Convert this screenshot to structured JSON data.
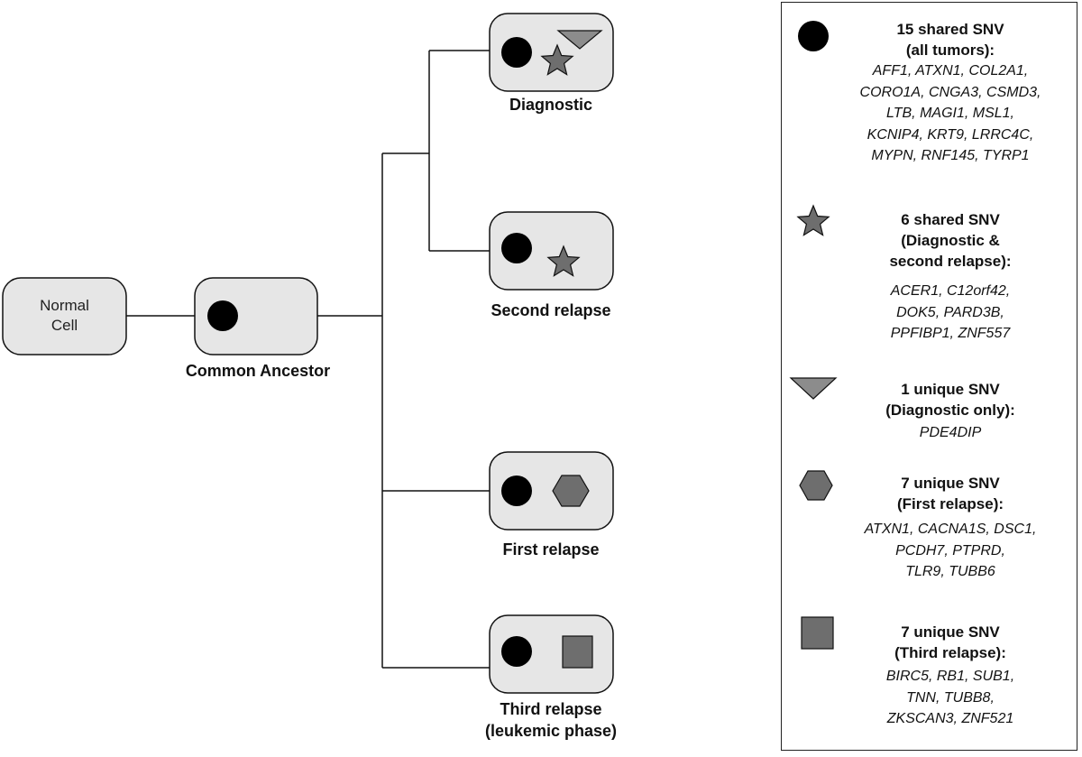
{
  "nodes": {
    "normal": {
      "line1": "Normal",
      "line2": "Cell"
    },
    "ancestor": {
      "label": "Common Ancestor"
    },
    "diagnostic": {
      "label": "Diagnostic"
    },
    "second": {
      "label": "Second relapse"
    },
    "first": {
      "label": "First relapse"
    },
    "third": {
      "line1": "Third relapse",
      "line2": "(leukemic phase)"
    }
  },
  "legend": [
    {
      "shape": "circle-icon",
      "color": "#000000",
      "title": [
        "15 shared SNV",
        "(all tumors):"
      ],
      "genes": [
        "AFF1, ATXN1, COL2A1,",
        "CORO1A, CNGA3, CSMD3,",
        "LTB, MAGI1, MSL1,",
        "KCNIP4, KRT9, LRRC4C,",
        "MYPN, RNF145, TYRP1"
      ]
    },
    {
      "shape": "star-icon",
      "color": "#6e6e6e",
      "title": [
        "6 shared SNV",
        "(Diagnostic &",
        "second relapse):"
      ],
      "genes": [
        "ACER1, C12orf42,",
        "DOK5, PARD3B,",
        "PPFIBP1, ZNF557"
      ]
    },
    {
      "shape": "triangle-icon",
      "color": "#8c8c8c",
      "title": [
        "1 unique SNV",
        "(Diagnostic only):"
      ],
      "genes": [
        "PDE4DIP"
      ]
    },
    {
      "shape": "hexagon-icon",
      "color": "#6e6e6e",
      "title": [
        "7 unique SNV",
        "(First relapse):"
      ],
      "genes": [
        "ATXN1, CACNA1S, DSC1,",
        "PCDH7, PTPRD,",
        "TLR9, TUBB6"
      ]
    },
    {
      "shape": "square-icon",
      "color": "#6e6e6e",
      "title": [
        "7 unique SNV",
        "(Third relapse):"
      ],
      "genes": [
        "BIRC5, RB1, SUB1,",
        "TNN, TUBB8,",
        "ZKSCAN3, ZNF521"
      ]
    }
  ]
}
